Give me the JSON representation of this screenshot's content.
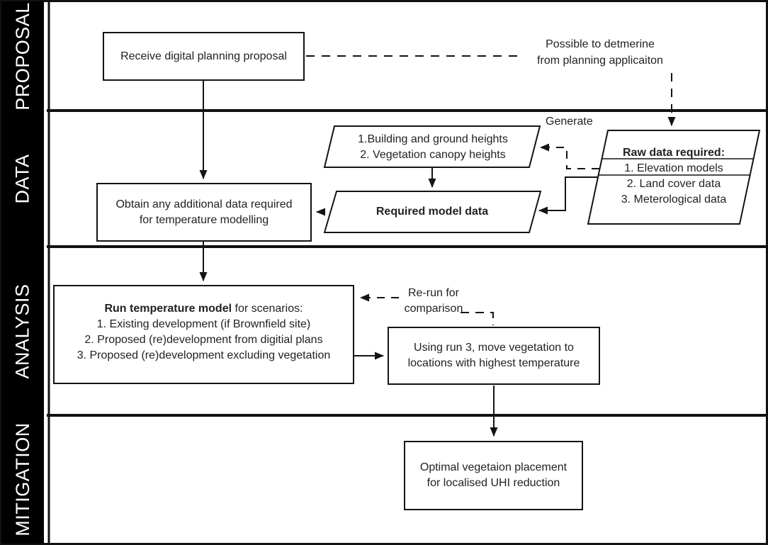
{
  "lanes": {
    "proposal": "PROPOSAL",
    "data": "DATA",
    "analysis": "ANALYSIS",
    "mitigation": "MITIGATION"
  },
  "proposal": {
    "receive_box": "Receive digital planning proposal",
    "possible_note_line1": "Possible to detmerine",
    "possible_note_line2": "from planning applicaiton"
  },
  "data": {
    "heights_line1": "1.Building and ground heights",
    "heights_line2": "2. Vegetation canopy heights",
    "generate_label": "Generate",
    "raw_title": "Raw data required:",
    "raw_items": [
      "1. Elevation models",
      "2. Land cover data",
      "3. Meterological data"
    ],
    "obtain_line1": "Obtain any additional data required",
    "obtain_line2": "for temperature modelling",
    "required_model": "Required model data"
  },
  "analysis": {
    "run_title_bold": "Run temperature model",
    "run_title_rest": " for scenarios:",
    "run_items": [
      "1. Existing development (if Brownfield site)",
      "2. Proposed (re)development from digitial plans",
      "3. Proposed (re)development excluding vegetation"
    ],
    "rerun_line1": "Re-run for",
    "rerun_line2": "comparison",
    "using_line1": "Using run 3, move vegetation to",
    "using_line2": "locations with highest temperature"
  },
  "mitigation": {
    "optimal_line1": "Optimal vegetaion placement",
    "optimal_line2": "for localised UHI reduction"
  },
  "colors": {
    "line": "#141414",
    "sidebar": "#000000",
    "background": "#ffffff",
    "text": "#222222"
  }
}
